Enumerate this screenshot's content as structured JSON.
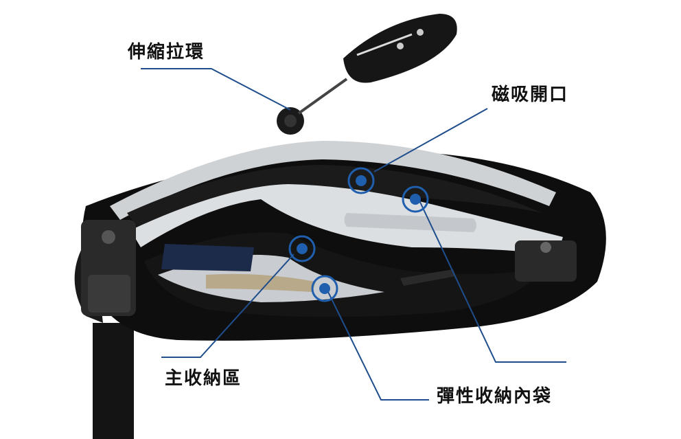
{
  "callouts": {
    "retractable_lanyard": "伸縮拉環",
    "magnetic_opening": "磁吸開口",
    "main_compartment": "主收納區",
    "elastic_inner_pocket": "彈性收納內袋"
  },
  "colors": {
    "leader_line": "#1f4e8c",
    "marker": "#1f5fae",
    "bag_body": "#0e0e0e",
    "bag_trim": "#d4d6d8"
  }
}
